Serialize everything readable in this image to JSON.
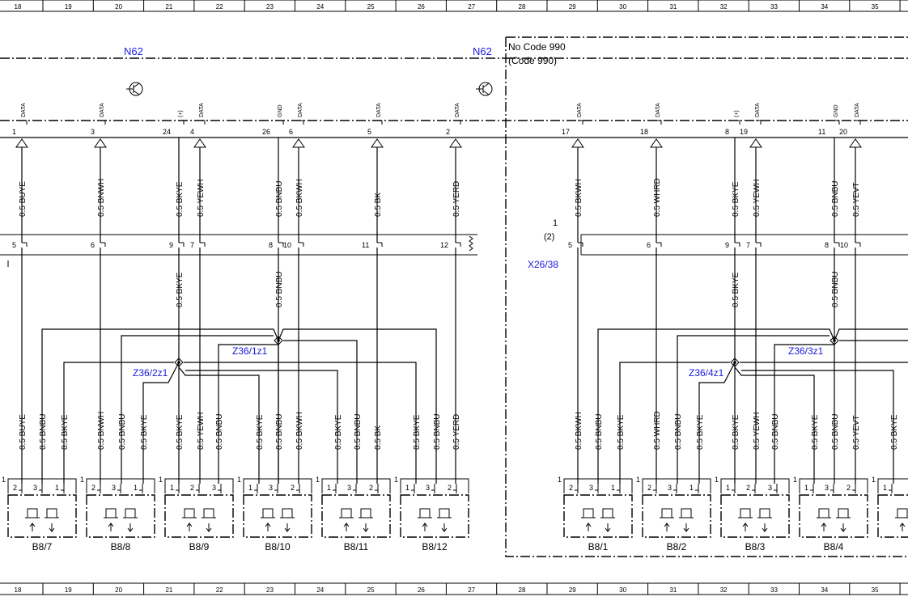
{
  "grid_columns": [
    "18",
    "19",
    "20",
    "21",
    "22",
    "23",
    "24",
    "25",
    "26",
    "27",
    "28",
    "29",
    "30",
    "31",
    "32",
    "33",
    "34",
    "35"
  ],
  "labels": {
    "n62_left": "N62",
    "n62_right": "N62",
    "no_code": "No  Code 990",
    "code": "(Code 990)",
    "x26": "X26/38",
    "x26_top": "1",
    "x26_sub": "(2)",
    "z36_1": "Z36/1z1",
    "z36_2": "Z36/2z1",
    "z36_3": "Z36/3z1",
    "z36_4": "Z36/4z1"
  },
  "top_pins": [
    {
      "pin": "1",
      "type": "DATA",
      "wire": "0.5 BUYE",
      "conn": "5"
    },
    {
      "pin": "3",
      "type": "DATA",
      "wire": "0.5 BNWH",
      "conn": "6"
    },
    {
      "pin": "24",
      "type": "(+)",
      "wire": "0.5 BKYE",
      "conn": "9"
    },
    {
      "pin": "4",
      "type": "DATA",
      "wire": "0.5 YEWH",
      "conn": "7"
    },
    {
      "pin": "26",
      "type": "GND",
      "wire": "0.5 BNBU",
      "conn": "8"
    },
    {
      "pin": "6",
      "type": "DATA",
      "wire": "0.5 BKWH",
      "conn": "10"
    },
    {
      "pin": "5",
      "type": "DATA",
      "wire": "0.5 BK",
      "conn": "11"
    },
    {
      "pin": "2",
      "type": "DATA",
      "wire": "0.5 YERD",
      "conn": "12"
    },
    {
      "pin": "17",
      "type": "DATA",
      "wire": "0.5 BKWH",
      "conn": "5"
    },
    {
      "pin": "18",
      "type": "DATA",
      "wire": "0.5 WHRD",
      "conn": "6"
    },
    {
      "pin": "8",
      "type": "(+)",
      "wire": "0.5 BKYE",
      "conn": "9"
    },
    {
      "pin": "19",
      "type": "DATA",
      "wire": "0.5 YEWH",
      "conn": "7"
    },
    {
      "pin": "11",
      "type": "GND",
      "wire": "0.5 BNBU",
      "conn": "8"
    },
    {
      "pin": "20",
      "type": "DATA",
      "wire": "0.5 YEVT",
      "conn": "10"
    }
  ],
  "mid_wires": [
    "0.5 BKYE",
    "0.5 BNBU",
    "0.5 BKYE",
    "0.5 BNBU"
  ],
  "bottom_wires": [
    "0.5 BUYE",
    "0.5 BNBU",
    "0.5 BKYE",
    "0.5 BNWH",
    "0.5 BNBU",
    "0.5 BKYE",
    "0.5 BKYE",
    "0.5 YEWH",
    "0.5 BNBU",
    "0.5 BKYE",
    "0.5 BNBU",
    "0.5 BKWH",
    "0.5 BKYE",
    "0.5 BNBU",
    "0.5 BK",
    "0.5 BKYE",
    "0.5 BNBU",
    "0.5 YERD",
    "0.5 BKWH",
    "0.5 BNBU",
    "0.5 BKYE",
    "0.5 WHRD",
    "0.5 BNBU",
    "0.5 BKYE",
    "0.5 BKYE",
    "0.5 YEWH",
    "0.5 BNBU",
    "0.5 BKYE",
    "0.5 BNBU",
    "0.5 YEVT",
    "0.5 BKYE"
  ],
  "sensors": [
    {
      "name": "B8/7",
      "pins": [
        "2",
        "3",
        "1"
      ]
    },
    {
      "name": "B8/8",
      "pins": [
        "2",
        "3",
        "1"
      ]
    },
    {
      "name": "B8/9",
      "pins": [
        "1",
        "2",
        "3"
      ]
    },
    {
      "name": "B8/10",
      "pins": [
        "1",
        "3",
        "2"
      ]
    },
    {
      "name": "B8/11",
      "pins": [
        "1",
        "3",
        "2"
      ]
    },
    {
      "name": "B8/12",
      "pins": [
        "1",
        "3",
        "2"
      ]
    },
    {
      "name": "B8/1",
      "pins": [
        "2",
        "3",
        "1"
      ]
    },
    {
      "name": "B8/2",
      "pins": [
        "2",
        "3",
        "1"
      ]
    },
    {
      "name": "B8/3",
      "pins": [
        "1",
        "2",
        "3"
      ]
    },
    {
      "name": "B8/4",
      "pins": [
        "1",
        "3",
        "2"
      ]
    },
    {
      "name": "",
      "pins": [
        "1"
      ]
    }
  ],
  "sensor_corner_label": "1"
}
